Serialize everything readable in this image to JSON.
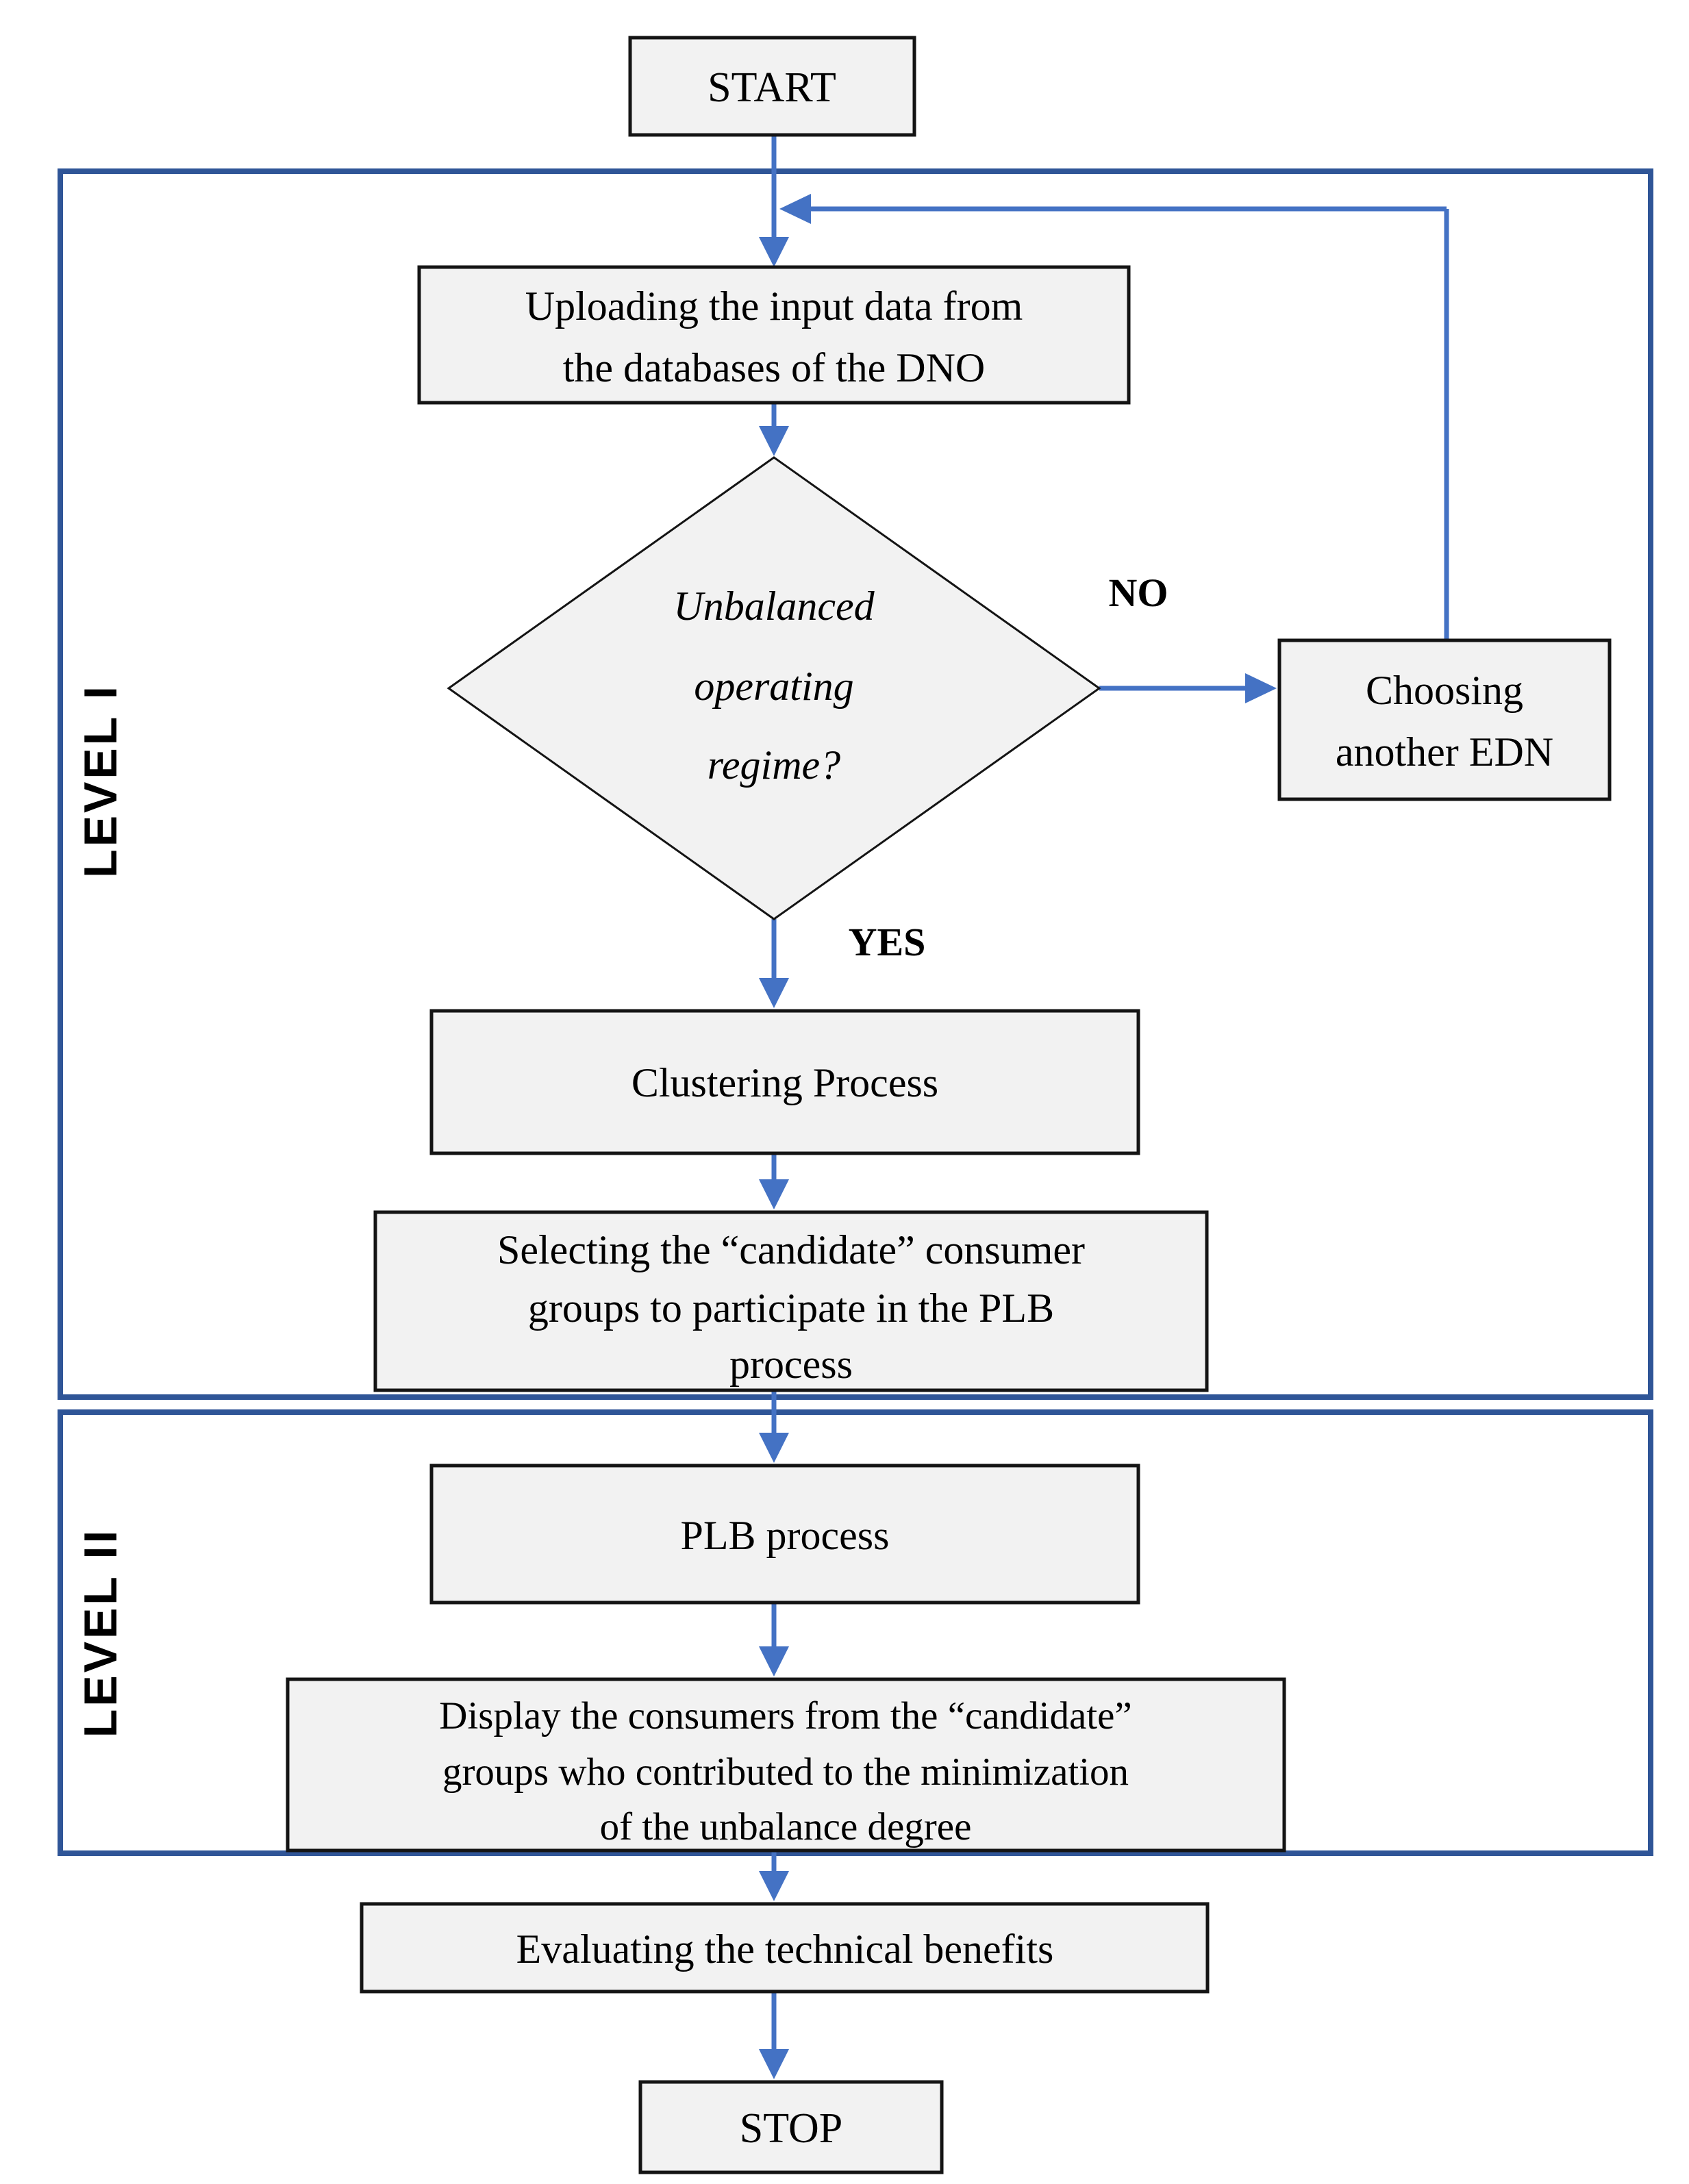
{
  "diagram": {
    "nodes": {
      "start": {
        "label": "START"
      },
      "uploading": {
        "line1": "Uploading the input data from",
        "line2": "the databases of the DNO"
      },
      "decision": {
        "line1": "Unbalanced",
        "line2": "operating",
        "line3": "regime?"
      },
      "choosing": {
        "line1": "Choosing",
        "line2": "another EDN"
      },
      "clustering": {
        "label": "Clustering Process"
      },
      "selecting": {
        "line1": "Selecting the “candidate” consumer",
        "line2": "groups to participate in the PLB",
        "line3": "process"
      },
      "plb": {
        "label": "PLB process"
      },
      "display": {
        "line1": "Display the consumers from the “candidate”",
        "line2": "groups who contributed to the minimization",
        "line3": "of the unbalance degree"
      },
      "evaluating": {
        "label": "Evaluating the technical benefits"
      },
      "stop": {
        "label": "STOP"
      }
    },
    "branches": {
      "no": "NO",
      "yes": "YES"
    },
    "levels": {
      "level1": "LEVEL I",
      "level2": "LEVEL II"
    },
    "colors": {
      "arrow_blue": "#4472C4",
      "level_border_blue": "#2F5597",
      "node_fill": "#F2F2F2",
      "node_border": "#141414",
      "text": "#000000"
    }
  }
}
